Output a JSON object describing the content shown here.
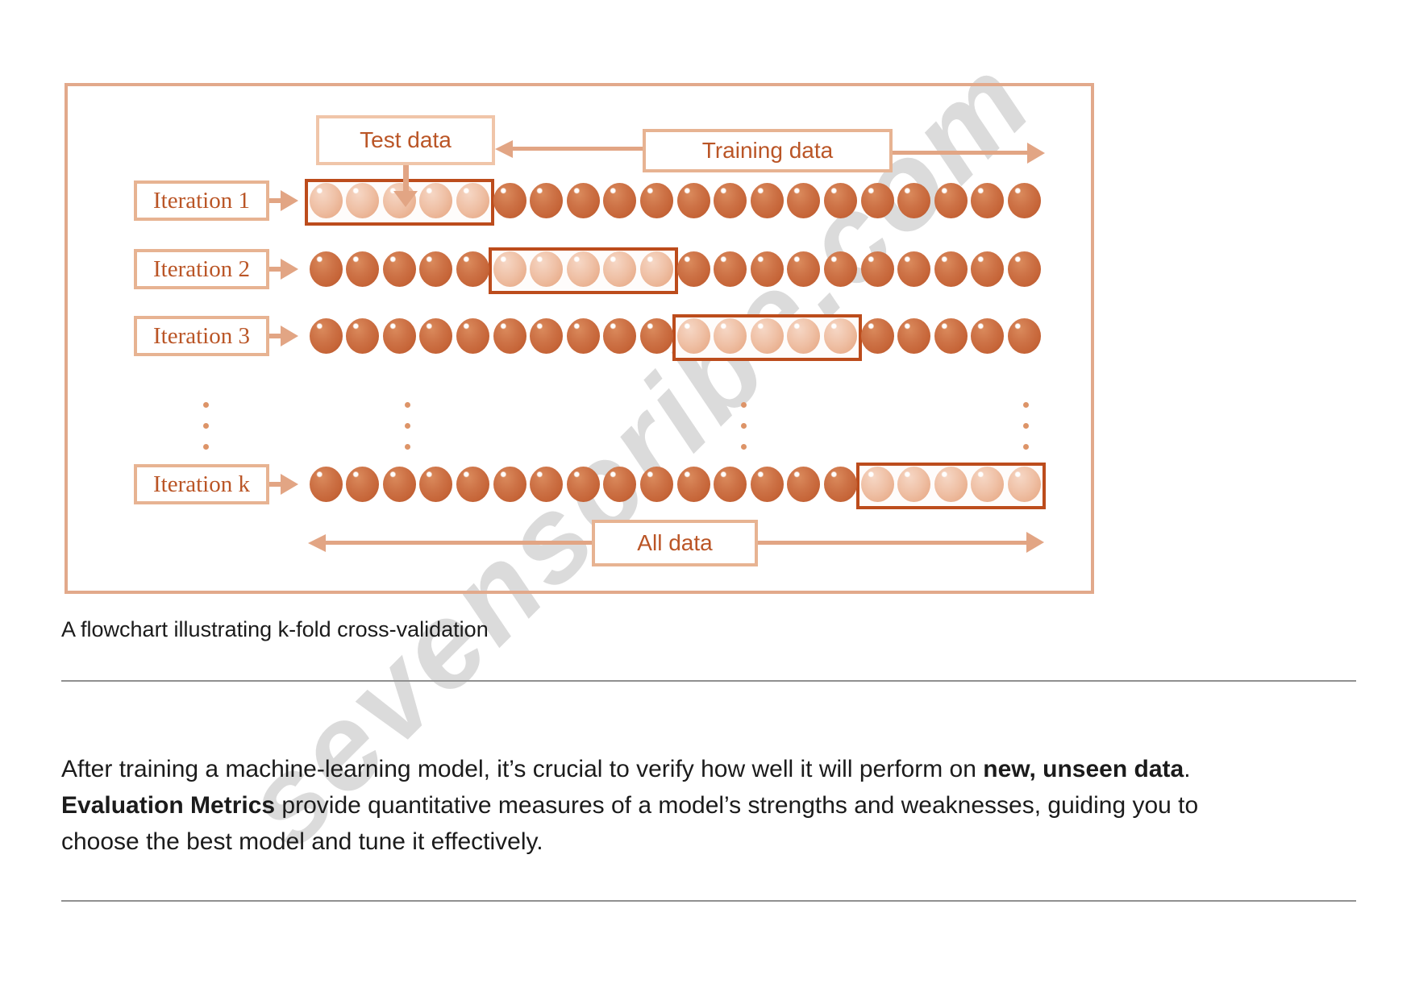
{
  "diagram": {
    "test_data_label": "Test data",
    "training_data_label": "Training data",
    "all_data_label": "All data",
    "rows": [
      {
        "label": "Iteration 1",
        "fold_start": 0
      },
      {
        "label": "Iteration 2",
        "fold_start": 5
      },
      {
        "label": "Iteration 3",
        "fold_start": 10
      },
      {
        "label": "Iteration k",
        "fold_start": 15
      }
    ],
    "circles_per_row": 20,
    "fold_size": 5,
    "colors": {
      "frame_border": "#e2a98b",
      "light_box_border": "#f0c5a9",
      "label_box_border": "#e7b392",
      "fold_box_border": "#bc4c1c",
      "arrow": "#e2a584",
      "label_text": "#ba5526",
      "dark_circle": "#c66538",
      "light_circle": "#efc0a5",
      "dots": "#dd9468"
    }
  },
  "caption": "A flowchart illustrating k-fold cross-validation",
  "watermark": "sevenscribe.com",
  "paragraph": {
    "lines": [
      [
        {
          "t": "After training a machine-learning model, it’s crucial to verify how well it will perform on ",
          "b": false
        },
        {
          "t": "new, unseen data",
          "b": true
        },
        {
          "t": ".",
          "b": false
        }
      ],
      [
        {
          "t": "Evaluation Metrics",
          "b": true
        },
        {
          "t": " provide quantitative measures of a model’s strengths and weaknesses, guiding you to",
          "b": false
        }
      ],
      [
        {
          "t": "choose the best model and tune it effectively.",
          "b": false
        }
      ]
    ]
  },
  "divider_color": "#909090"
}
